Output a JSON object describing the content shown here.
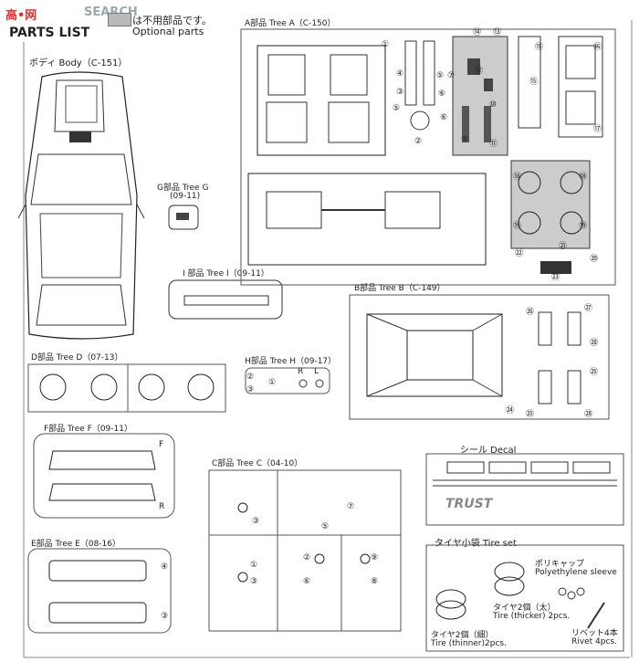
{
  "watermark": {
    "logo": "高•网",
    "text": "SEARCH"
  },
  "header": {
    "title": "PARTS LIST",
    "legend_jp": "は不用部品です。",
    "legend_en": "Optional parts"
  },
  "body": {
    "label": "ボディ Body（C-151）"
  },
  "tree_g": {
    "label": "G部品 Tree G",
    "code": "(09-11)"
  },
  "tree_i": {
    "label": "I 部品 Tree I（09-11）"
  },
  "tree_a": {
    "label": "A部品 Tree A（C-150）"
  },
  "tree_b": {
    "label": "B部品 Tree B（C-149）"
  },
  "tree_d": {
    "label": "D部品 Tree D（07-13）"
  },
  "tree_h": {
    "label": "H部品 Tree H（09-17）",
    "r": "R",
    "l": "L"
  },
  "tree_f": {
    "label": "F部品 Tree F（09-11）",
    "f": "F",
    "r": "R"
  },
  "tree_c": {
    "label": "C部品 Tree C（04-10）"
  },
  "tree_e": {
    "label": "E部品 Tree E（08-16）"
  },
  "decal": {
    "label": "シール Decal",
    "logo": "TRUST"
  },
  "tire_set": {
    "label": "タイヤ小袋 Tire set",
    "cap_jp": "ポリキャップ",
    "cap_en": "Polyethylene sleeve",
    "thick_jp": "タイヤ2個（太）",
    "thick_en": "Tire (thicker) 2pcs.",
    "thin_jp": "タイヤ2個（細）",
    "thin_en": "Tire (thinner)2pcs.",
    "rivet_jp": "リベット4本",
    "rivet_en": "Rivet 4pcs."
  },
  "numbers": {
    "n1": "①",
    "n2": "②",
    "n3": "③",
    "n4": "④",
    "n5": "⑤",
    "n6": "⑥",
    "n7": "⑦",
    "n8": "⑧",
    "n9": "⑨",
    "n10": "⑩",
    "n11": "⑪",
    "n12": "⑫",
    "n13": "⑬",
    "n14": "⑭",
    "n15": "⑮",
    "n16": "⑯",
    "n17": "⑰",
    "n18": "⑱",
    "n19": "⑲",
    "n20": "⑳",
    "n21": "㉑",
    "n22": "㉒",
    "n23": "㉓",
    "n24": "㉔",
    "n25": "㉕",
    "n26": "㉖",
    "n27": "㉗",
    "n28": "㉘"
  }
}
